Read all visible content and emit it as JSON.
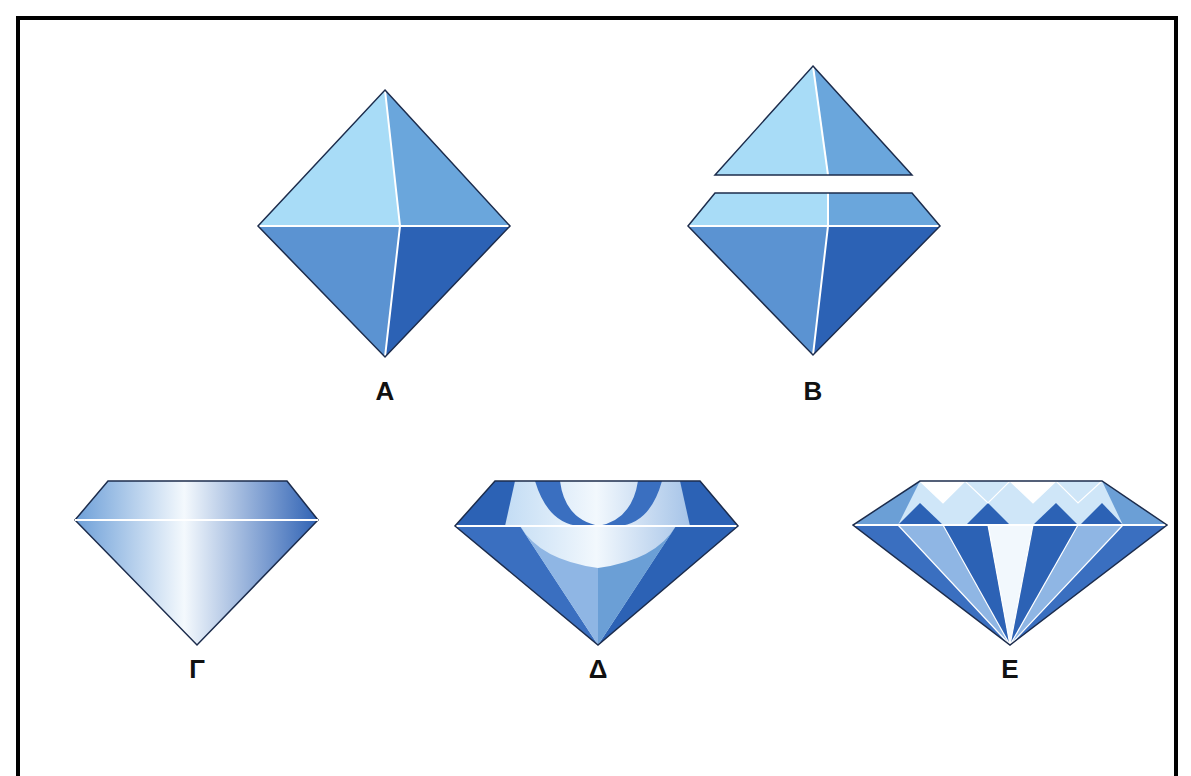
{
  "diagram": {
    "labels": [
      "Α",
      "Β",
      "Γ",
      "Δ",
      "Ε"
    ]
  }
}
